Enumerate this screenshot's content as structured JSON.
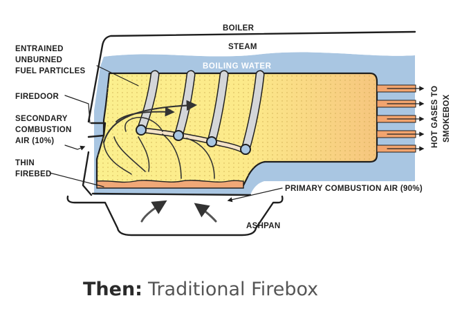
{
  "labels": {
    "boiler": "BOILER",
    "steam": "STEAM",
    "boiling_water": "BOILING WATER",
    "entrained": [
      "ENTRAINED",
      "UNBURNED",
      "FUEL PARTICLES"
    ],
    "firedoor": "FIREDOOR",
    "secondary_air": [
      "SECONDARY",
      "COMBUSTION",
      "AIR (10%)"
    ],
    "thin_firebed": [
      "THIN",
      "FIREBED"
    ],
    "primary_air": "PRIMARY COMBUSTION AIR (90%)",
    "ashpan": "ASHPAN",
    "hot_gases": [
      "HOT GASES TO",
      "SMOKEBOX"
    ]
  },
  "caption": {
    "bold": "Then:",
    "light": "Traditional Firebox"
  },
  "colors": {
    "water": "#a9c6e2",
    "firebox_fill": "#fcea8c",
    "fire": "#f0a877",
    "hot_gas": "#f2a46e",
    "tube": "#c8cbcf",
    "outline": "#1e1e1e"
  }
}
